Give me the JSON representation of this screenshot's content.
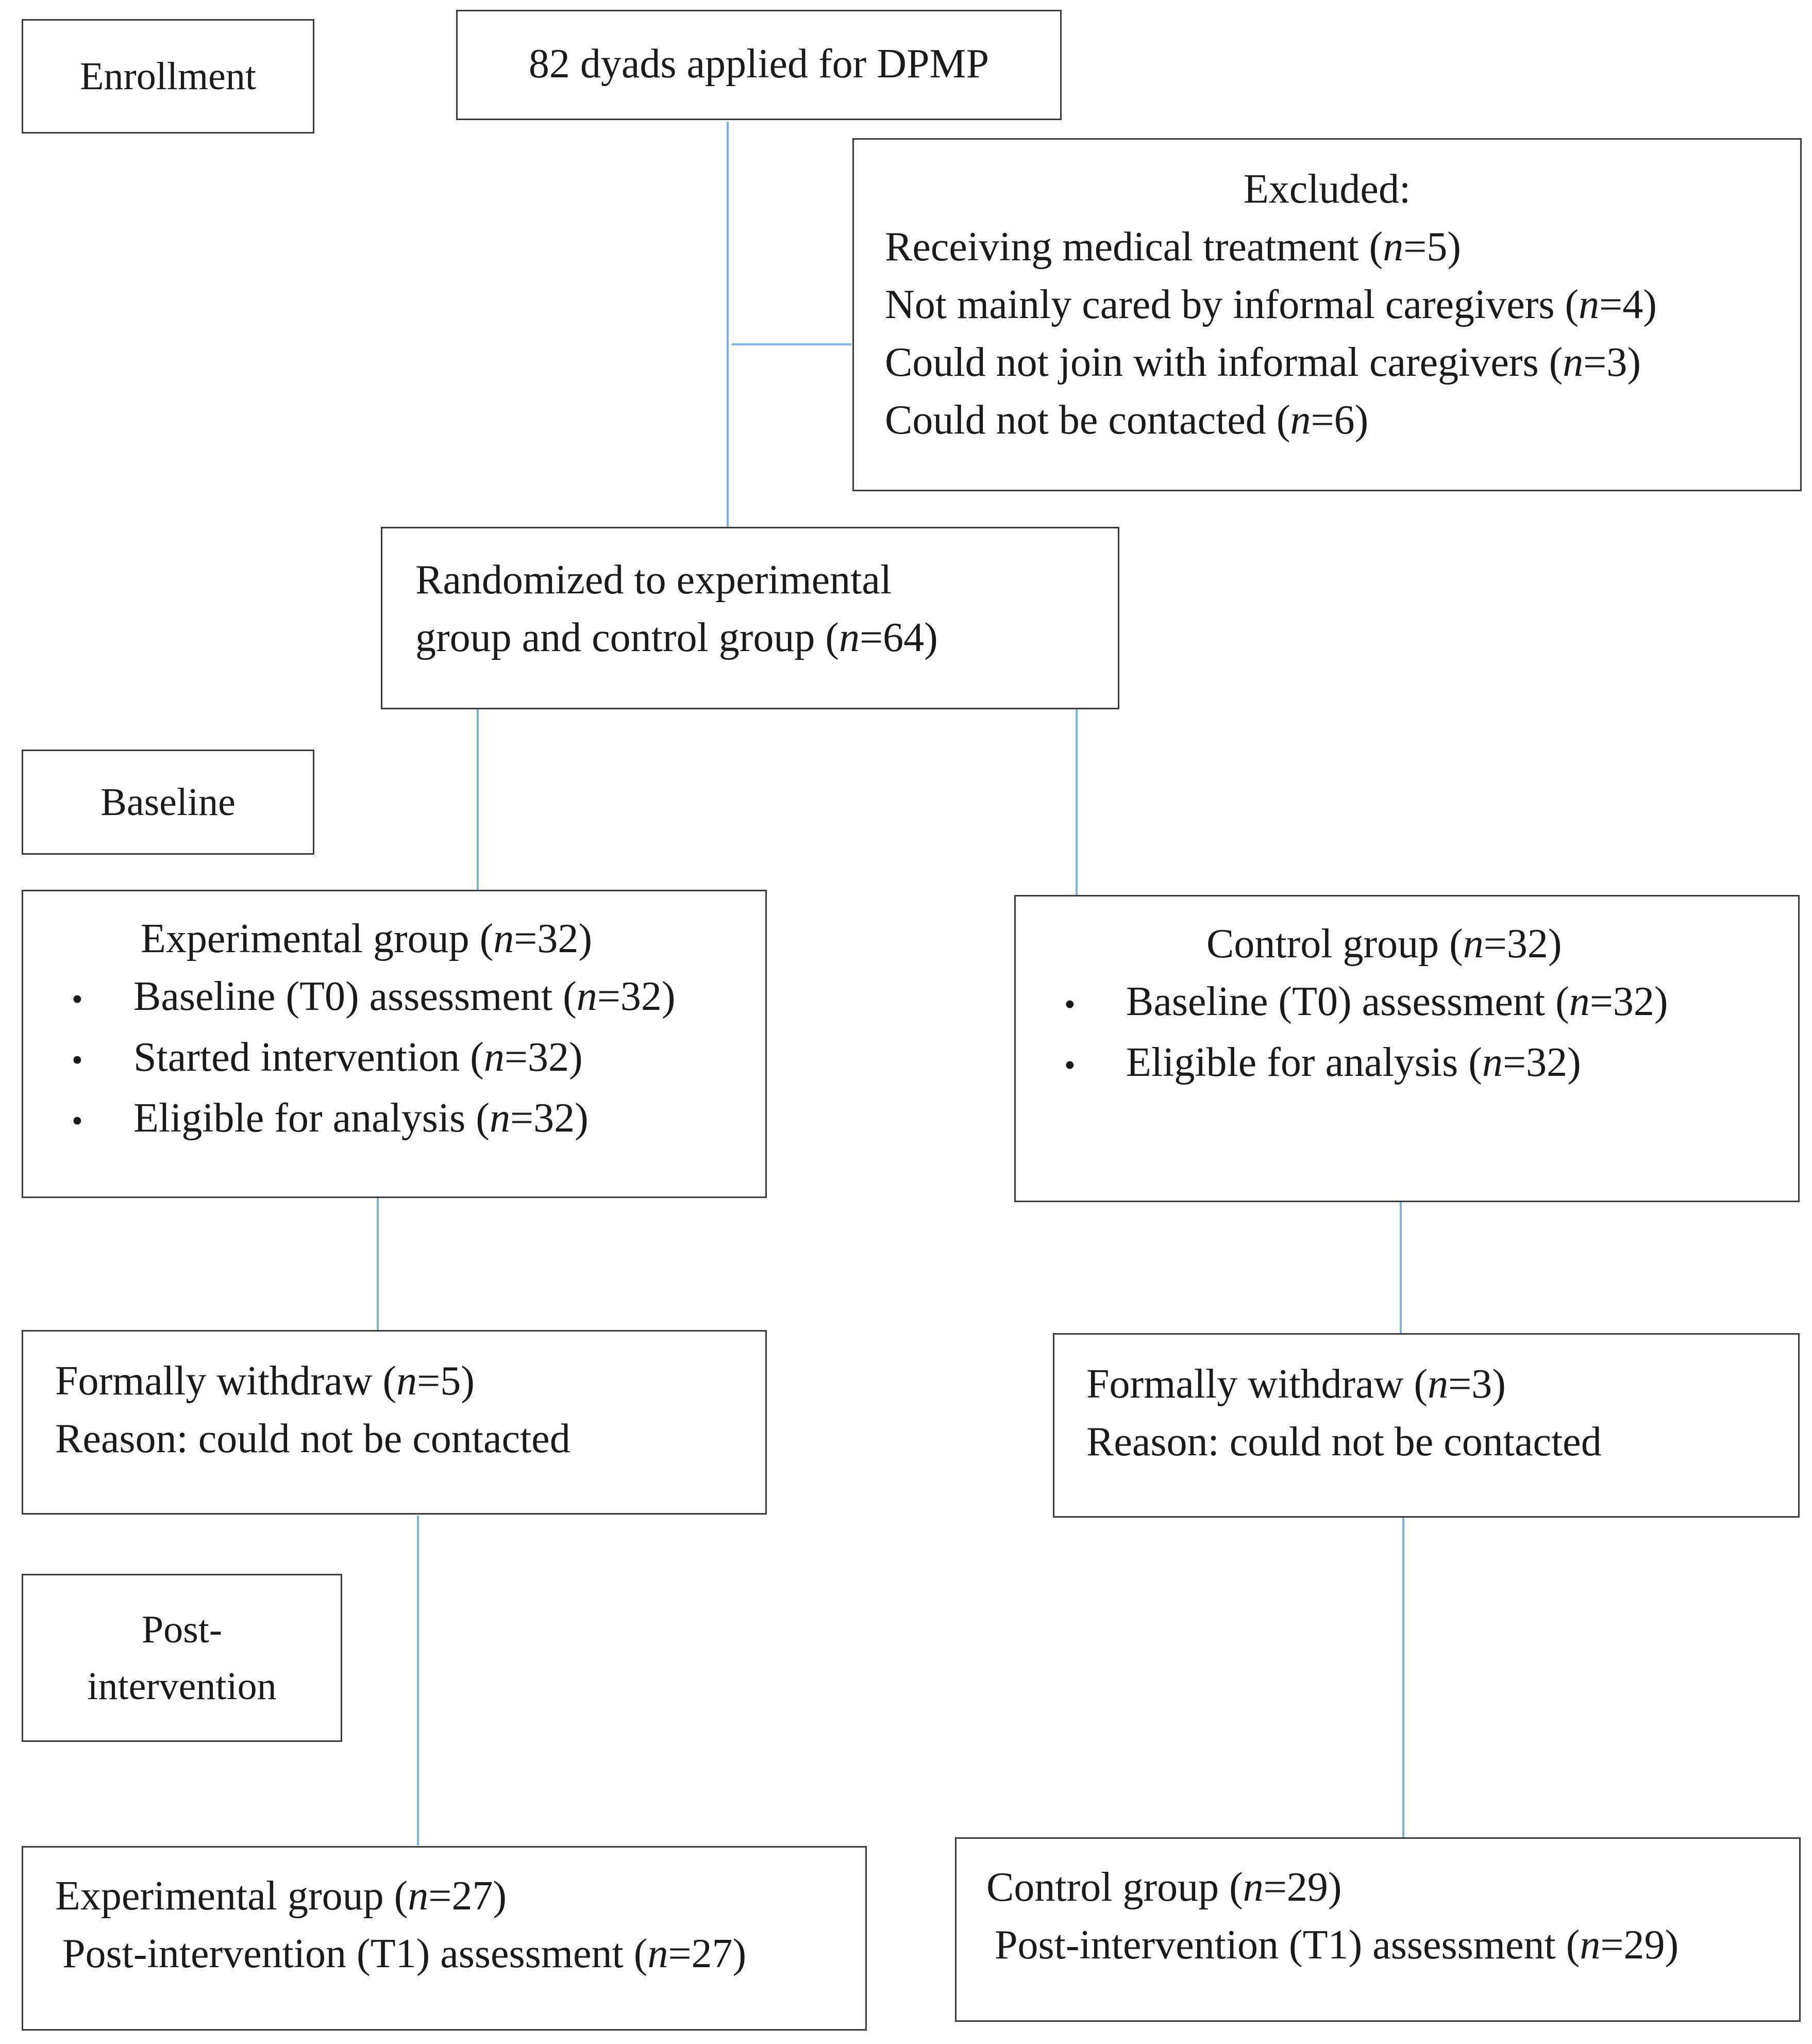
{
  "stages": {
    "enrollment": "Enrollment",
    "baseline": "Baseline",
    "post_line1": "Post-",
    "post_line2": "intervention"
  },
  "applied": {
    "text": "82 dyads applied for DPMP"
  },
  "excluded": {
    "title": "Excluded:",
    "items": [
      {
        "label": "Receiving medical treatment",
        "n": "5"
      },
      {
        "label": "Not mainly cared by informal caregivers",
        "n": "4"
      },
      {
        "label": "Could not join with informal caregivers",
        "n": "3"
      },
      {
        "label": "Could not be contacted",
        "n": "6"
      }
    ]
  },
  "randomized": {
    "line1": "Randomized to experimental",
    "line2": "group and control group",
    "n": "64"
  },
  "exp_baseline": {
    "title": "Experimental group",
    "n": "32",
    "bullets": [
      {
        "label": "Baseline (T0) assessment",
        "n": "32"
      },
      {
        "label": "Started intervention",
        "n": "32"
      },
      {
        "label": "Eligible for analysis",
        "n": "32"
      }
    ]
  },
  "ctrl_baseline": {
    "title": "Control group",
    "n": "32",
    "bullets": [
      {
        "label": "Baseline (T0) assessment",
        "n": "32"
      },
      {
        "label": "Eligible for analysis",
        "n": "32"
      }
    ]
  },
  "exp_withdraw": {
    "label": "Formally withdraw",
    "n": "5",
    "reason": "Reason: could not be contacted"
  },
  "ctrl_withdraw": {
    "label": "Formally withdraw",
    "n": "3",
    "reason": "Reason: could not be contacted"
  },
  "exp_post": {
    "title": "Experimental group",
    "n": "27",
    "assessment": "Post-intervention (T1) assessment",
    "assessment_n": "27"
  },
  "ctrl_post": {
    "title": "Control group",
    "n": "29",
    "assessment": "Post-intervention (T1) assessment",
    "assessment_n": "29"
  },
  "symbols": {
    "n_var": "n",
    "bullet": "•"
  },
  "colors": {
    "connector": "#7fb4de",
    "border": "#3a3a3a"
  }
}
